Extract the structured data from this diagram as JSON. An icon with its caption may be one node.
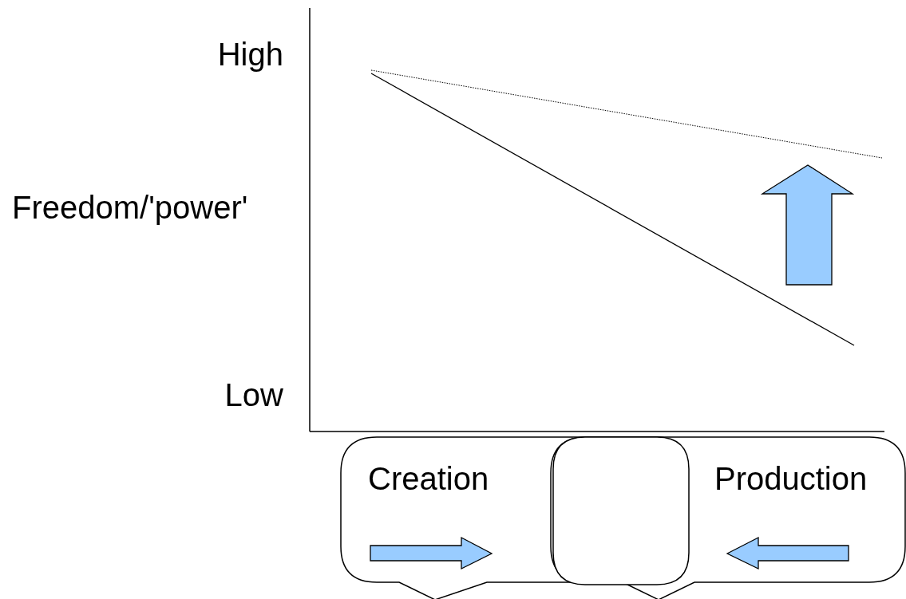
{
  "diagram": {
    "nodes": [
      {
        "text": [
          "Creation"
        ]
      },
      {
        "text": [],
        "shape": "box"
      },
      {
        "text": [
          "Production"
        ]
      }
    ],
    "edges": [],
    "labels": [
      "High",
      "Freedom/'power'",
      "Low"
    ]
  }
}
